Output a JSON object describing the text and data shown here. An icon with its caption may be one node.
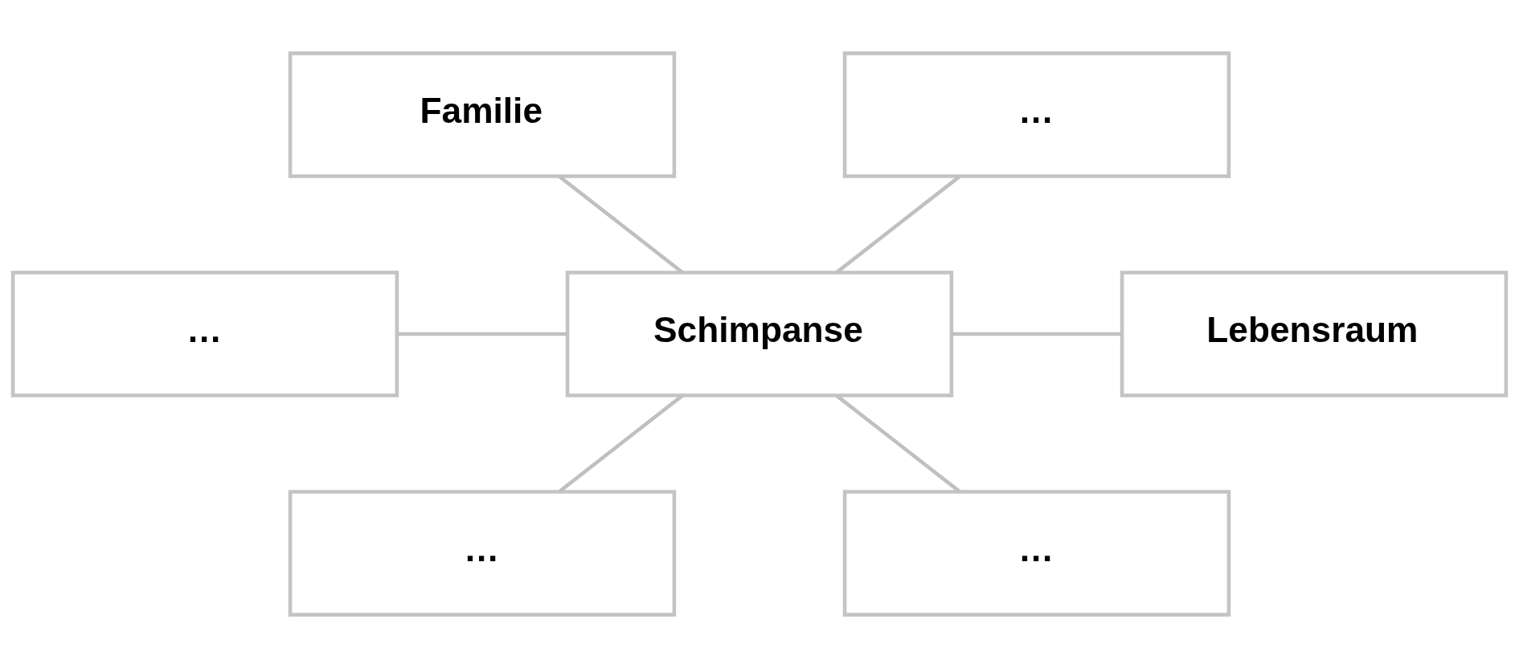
{
  "diagram": {
    "nodes": [
      {
        "text": [
          "Familie"
        ]
      },
      {
        "text": [
          "…"
        ]
      },
      {
        "text": [
          "…"
        ]
      },
      {
        "text": [
          "Schimpanse"
        ]
      },
      {
        "text": [
          "Lebensraum"
        ]
      },
      {
        "text": [
          "…"
        ]
      },
      {
        "text": [
          "…"
        ]
      }
    ],
    "edges": [
      {
        "from": 0,
        "to": 3,
        "arrow": "none"
      },
      {
        "from": 1,
        "to": 3,
        "arrow": "none"
      },
      {
        "from": 2,
        "to": 3,
        "arrow": "none"
      },
      {
        "from": 3,
        "to": 4,
        "arrow": "none"
      },
      {
        "from": 3,
        "to": 5,
        "arrow": "none"
      },
      {
        "from": 3,
        "to": 6,
        "arrow": "none"
      }
    ]
  }
}
